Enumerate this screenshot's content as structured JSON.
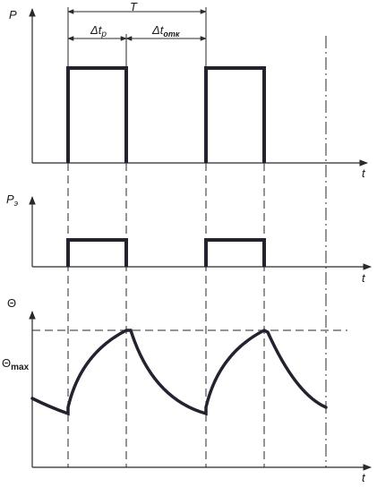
{
  "labels": {
    "p": "P",
    "pe_main": "P",
    "pe_sub": "э",
    "theta": "Θ",
    "theta_max_main": "Θ",
    "theta_max_sub": "max",
    "t1": "t",
    "t2": "t",
    "t3": "t",
    "period": "T",
    "dt_p_delta": "Δ",
    "dt_p_main": "t",
    "dt_p_sub": "p",
    "dt_otk_delta": "Δ",
    "dt_otk_main": "t",
    "dt_otk_sub": "отк"
  }
}
